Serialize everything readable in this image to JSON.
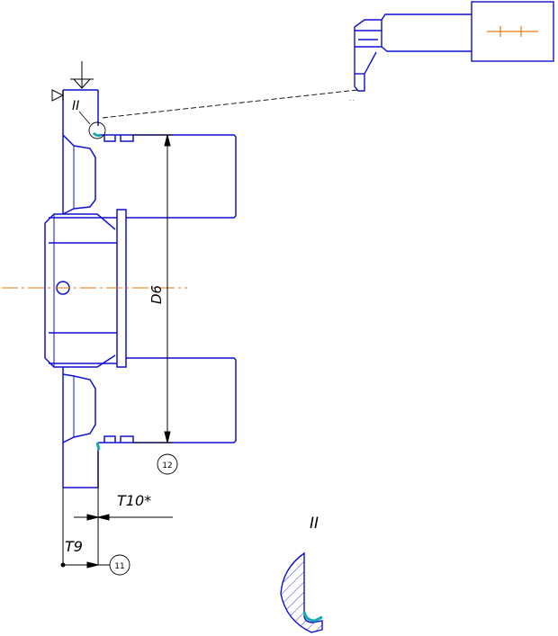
{
  "labels": {
    "dim_d6": "D6",
    "dim_t10": "T10*",
    "dim_t9": "T9",
    "view_ref_top": "II",
    "view_title": "II",
    "callout_11": "11",
    "callout_12": "12"
  },
  "colors": {
    "outline": "#1010d0",
    "axis": "#e07a10",
    "surface_highlight": "#16a9b0",
    "dimension": "#000000"
  }
}
